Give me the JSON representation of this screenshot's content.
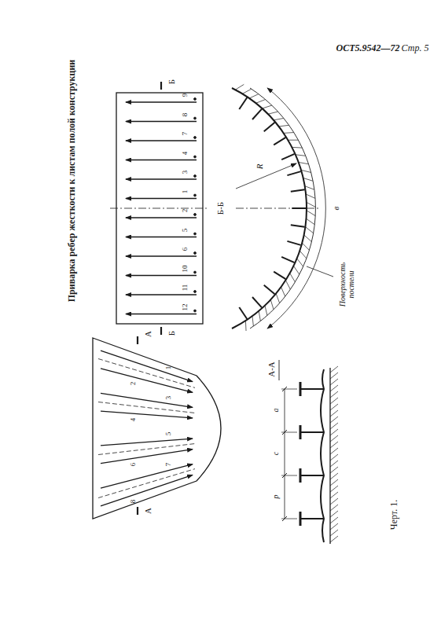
{
  "diagram": {
    "title": "Приварка ребер жесткости к листам полой конструкции",
    "caption": "Черт. 1.",
    "labels": [
      "ОСТ5.9542—72",
      "Стр. 5",
      "А",
      "А",
      "1",
      "2",
      "3",
      "4",
      "5",
      "6",
      "7",
      "8",
      "А-А",
      "a",
      "c",
      "p",
      "Б",
      "Б",
      "9",
      "8",
      "7",
      "4",
      "3",
      "1",
      "2",
      "5",
      "6",
      "10",
      "11",
      "12",
      "Б-Б",
      "в",
      "R",
      "Поверхность постели"
    ]
  }
}
